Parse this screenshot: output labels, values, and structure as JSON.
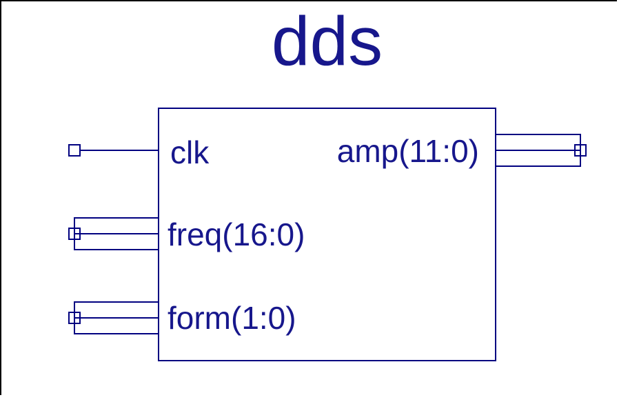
{
  "window": {
    "kind": "hdl-symbol-viewer"
  },
  "symbol": {
    "title": "dds"
  },
  "ports": {
    "inputs": [
      {
        "name": "clk",
        "label": "clk",
        "type": "single-wire"
      },
      {
        "name": "freq",
        "label": "freq(16:0)",
        "type": "bus",
        "width_bits": 17
      },
      {
        "name": "form",
        "label": "form(1:0)",
        "type": "bus",
        "width_bits": 2
      }
    ],
    "outputs": [
      {
        "name": "amp",
        "label": "amp(11:0)",
        "type": "bus",
        "width_bits": 12
      }
    ]
  },
  "colors": {
    "line": "#000080",
    "text": "#17178c",
    "background": "#ffffff",
    "frame": "#000000"
  }
}
